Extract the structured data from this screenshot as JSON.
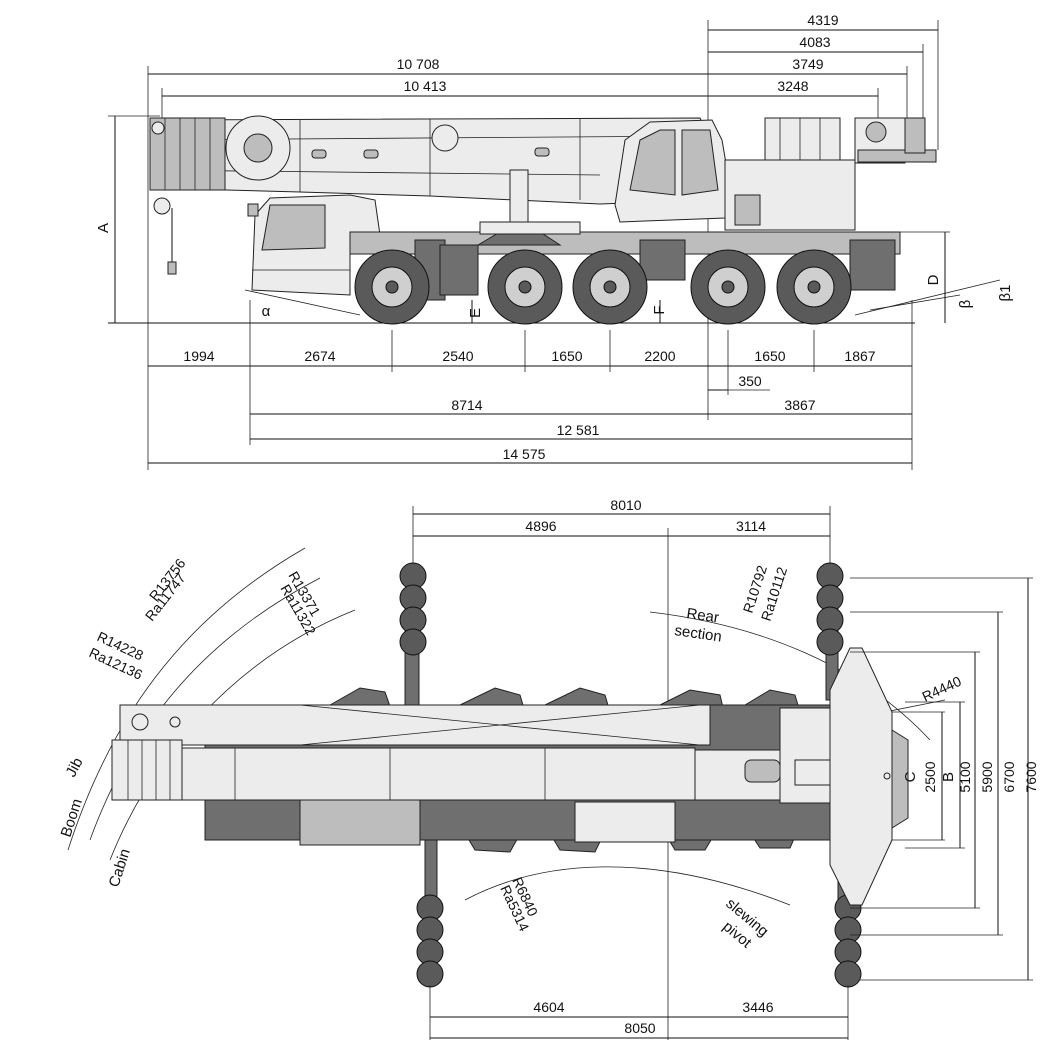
{
  "side_view": {
    "top_dims": {
      "d4319": "4319",
      "d4083": "4083",
      "d10708": "10 708",
      "d3749": "3749",
      "d10413": "10 413",
      "d3248": "3248"
    },
    "bottom_row": [
      "1994",
      "2674",
      "2540",
      "1650",
      "2200",
      "1650",
      "1867"
    ],
    "d350": "350",
    "d8714": "8714",
    "d3867": "3867",
    "d12581": "12 581",
    "d14575": "14 575",
    "labels": {
      "A": "A",
      "D": "D",
      "E": "E",
      "F": "F",
      "alpha": "α",
      "beta": "β",
      "beta1": "β1"
    }
  },
  "top_view": {
    "d8010": "8010",
    "d4896": "4896",
    "d3114": "3114",
    "d4604": "4604",
    "d3446": "3446",
    "d8050": "8050",
    "right_dims": {
      "C": "C",
      "d2500": "2500",
      "B": "B",
      "d5100": "5100",
      "d5900": "5900",
      "d6700": "6700",
      "d7600": "7600"
    },
    "radii": {
      "r13756": "R13756",
      "ra11747": "Ra11747",
      "r13371": "R13371",
      "ra11322": "Ra11322",
      "r14228": "R14228",
      "ra12136": "Ra12136",
      "r10792": "R10792",
      "ra10112": "Ra10112",
      "r4440": "R4440",
      "r6840": "R6840",
      "ra5314": "Ra5314"
    },
    "labels": {
      "jib": "Jib",
      "boom": "Boom",
      "cabin": "Cabin",
      "rear": "Rear",
      "section": "section",
      "slewing": "slewing",
      "pivot": "pivot"
    }
  }
}
